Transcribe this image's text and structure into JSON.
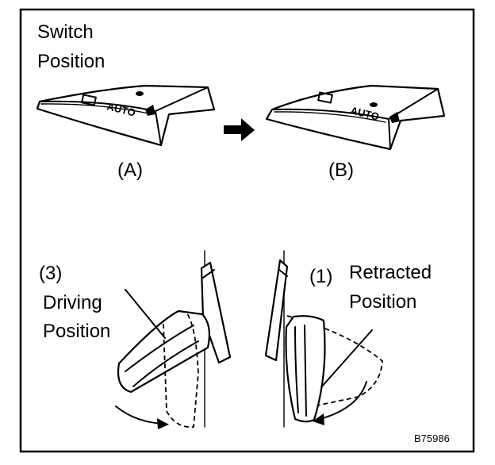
{
  "labels": {
    "switch_line1": "Switch",
    "switch_line2": "Position",
    "switch_a": "(A)",
    "switch_b": "(B)",
    "driving_num": "(3)",
    "driving_line1": "Driving",
    "driving_line2": "Position",
    "retracted_num": "(1)",
    "retracted_line1": "Retracted",
    "retracted_line2": "Position",
    "switch_text": "AUTO",
    "figure_code": "B75986"
  },
  "colors": {
    "ink": "#000000",
    "paper": "#ffffff"
  }
}
